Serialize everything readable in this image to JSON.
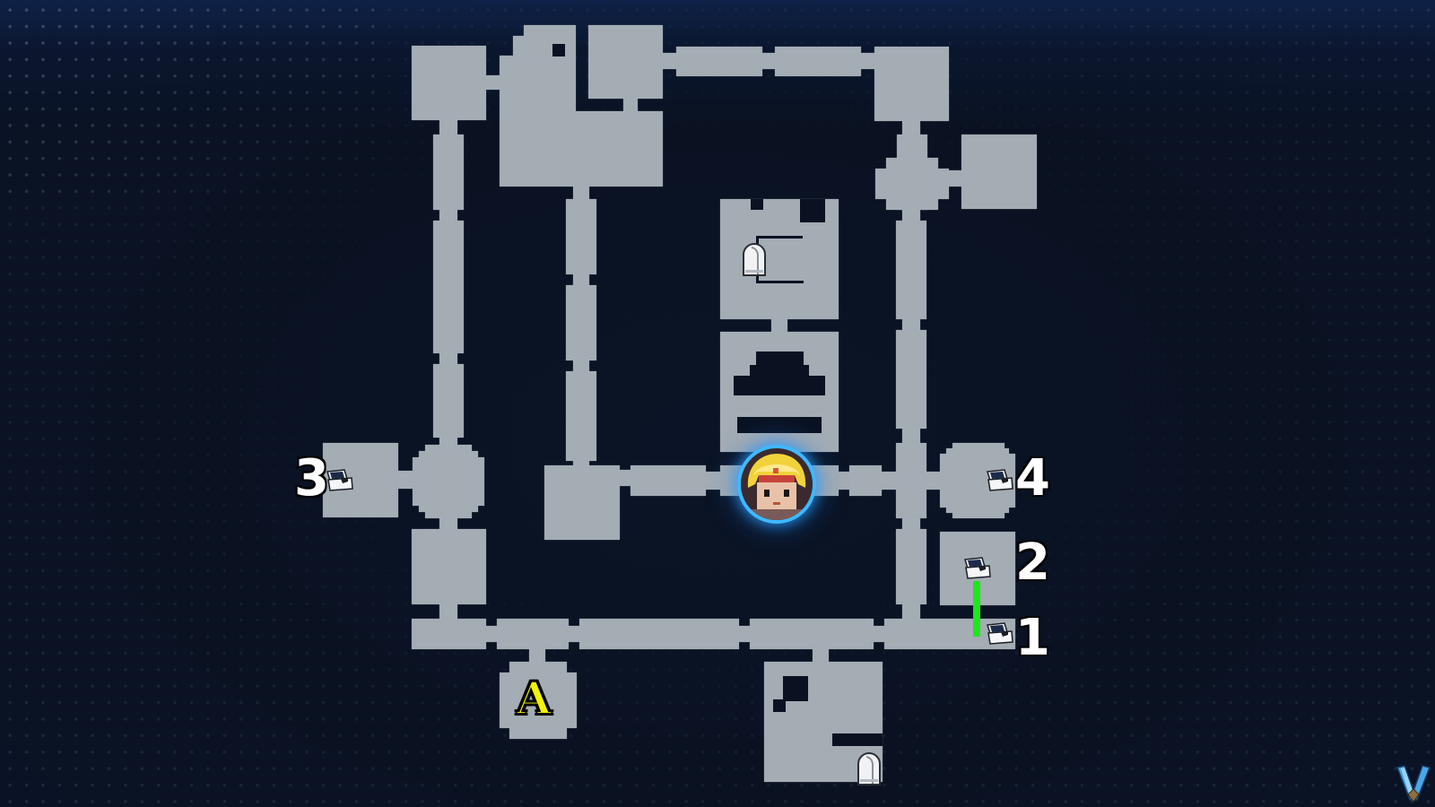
{
  "screen": {
    "type": "dungeon-floor-map",
    "colors": {
      "background": "#0a1222",
      "floor": "#a4acb4",
      "player_ring": "#3fb8ff",
      "route_line": "#1fe51f",
      "marker_numbers": "#ffffff",
      "marker_A": "#f2f20a"
    }
  },
  "markers": {
    "chest_1": {
      "label": "1",
      "icon": "treasure-chest-icon"
    },
    "chest_2": {
      "label": "2",
      "icon": "treasure-chest-icon"
    },
    "chest_3": {
      "label": "3",
      "icon": "treasure-chest-icon"
    },
    "chest_4": {
      "label": "4",
      "icon": "treasure-chest-icon"
    },
    "point_A": {
      "label": "A"
    }
  },
  "doors": [
    {
      "icon": "door-icon",
      "location": "central-upper-room"
    },
    {
      "icon": "door-icon",
      "location": "bottom-right-room"
    }
  ],
  "player": {
    "icon": "player-portrait-icon"
  },
  "watermark": {
    "icon": "v-logo-icon"
  }
}
